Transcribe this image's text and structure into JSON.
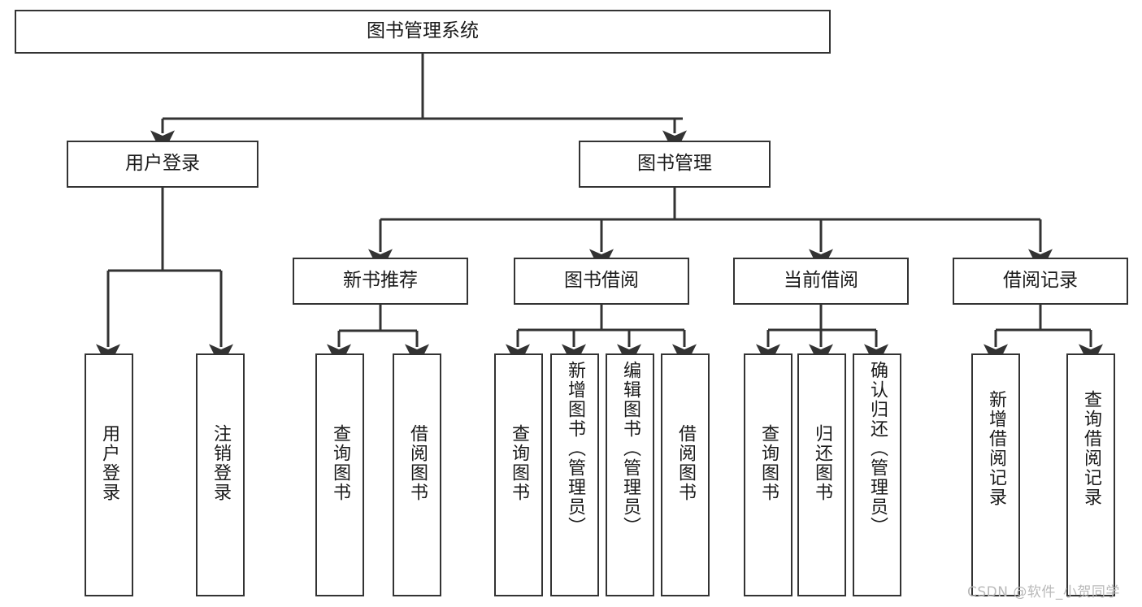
{
  "diagram": {
    "title": "图书管理系统",
    "type": "功能结构图",
    "watermark": "CSDN @软件_小贺同学",
    "colors": {
      "background": "#ffffff",
      "border": "#333333",
      "text": "#1a1a1a",
      "connector": "#333333",
      "watermark": "#b9b9b9"
    },
    "root": {
      "label": "图书管理系统"
    },
    "level1": [
      {
        "label": "用户登录"
      },
      {
        "label": "图书管理"
      }
    ],
    "level2": [
      {
        "label": "新书推荐"
      },
      {
        "label": "图书借阅"
      },
      {
        "label": "当前借阅"
      },
      {
        "label": "借阅记录"
      }
    ],
    "leaves": {
      "user_login": [
        {
          "label": "用户登录"
        },
        {
          "label": "注销登录"
        }
      ],
      "new_book_recommend": [
        {
          "label": "查询图书"
        },
        {
          "label": "借阅图书"
        }
      ],
      "book_borrow": [
        {
          "label": "查询图书"
        },
        {
          "label": "新增图书（管理员）"
        },
        {
          "label": "编辑图书（管理员）"
        },
        {
          "label": "借阅图书"
        }
      ],
      "current_borrow": [
        {
          "label": "查询图书"
        },
        {
          "label": "归还图书"
        },
        {
          "label": "确认归还（管理员）"
        }
      ],
      "borrow_record": [
        {
          "label": "新增借阅记录"
        },
        {
          "label": "查询借阅记录"
        }
      ]
    }
  },
  "chart_data": {
    "type": "table",
    "title": "图书管理系统 功能结构图",
    "nodes": [
      {
        "id": "root",
        "label": "图书管理系统",
        "level": 0,
        "parent": null
      },
      {
        "id": "user-login",
        "label": "用户登录",
        "level": 1,
        "parent": "root"
      },
      {
        "id": "book-manage",
        "label": "图书管理",
        "level": 1,
        "parent": "root"
      },
      {
        "id": "new-book",
        "label": "新书推荐",
        "level": 2,
        "parent": "book-manage"
      },
      {
        "id": "book-borrow",
        "label": "图书借阅",
        "level": 2,
        "parent": "book-manage"
      },
      {
        "id": "current-borrow",
        "label": "当前借阅",
        "level": 2,
        "parent": "book-manage"
      },
      {
        "id": "borrow-record",
        "label": "借阅记录",
        "level": 2,
        "parent": "book-manage"
      },
      {
        "id": "ul-1",
        "label": "用户登录",
        "level": 2,
        "parent": "user-login"
      },
      {
        "id": "ul-2",
        "label": "注销登录",
        "level": 2,
        "parent": "user-login"
      },
      {
        "id": "nb-1",
        "label": "查询图书",
        "level": 3,
        "parent": "new-book"
      },
      {
        "id": "nb-2",
        "label": "借阅图书",
        "level": 3,
        "parent": "new-book"
      },
      {
        "id": "bb-1",
        "label": "查询图书",
        "level": 3,
        "parent": "book-borrow"
      },
      {
        "id": "bb-2",
        "label": "新增图书（管理员）",
        "level": 3,
        "parent": "book-borrow"
      },
      {
        "id": "bb-3",
        "label": "编辑图书（管理员）",
        "level": 3,
        "parent": "book-borrow"
      },
      {
        "id": "bb-4",
        "label": "借阅图书",
        "level": 3,
        "parent": "book-borrow"
      },
      {
        "id": "cb-1",
        "label": "查询图书",
        "level": 3,
        "parent": "current-borrow"
      },
      {
        "id": "cb-2",
        "label": "归还图书",
        "level": 3,
        "parent": "current-borrow"
      },
      {
        "id": "cb-3",
        "label": "确认归还（管理员）",
        "level": 3,
        "parent": "current-borrow"
      },
      {
        "id": "br-1",
        "label": "新增借阅记录",
        "level": 3,
        "parent": "borrow-record"
      },
      {
        "id": "br-2",
        "label": "查询借阅记录",
        "level": 3,
        "parent": "borrow-record"
      }
    ]
  }
}
